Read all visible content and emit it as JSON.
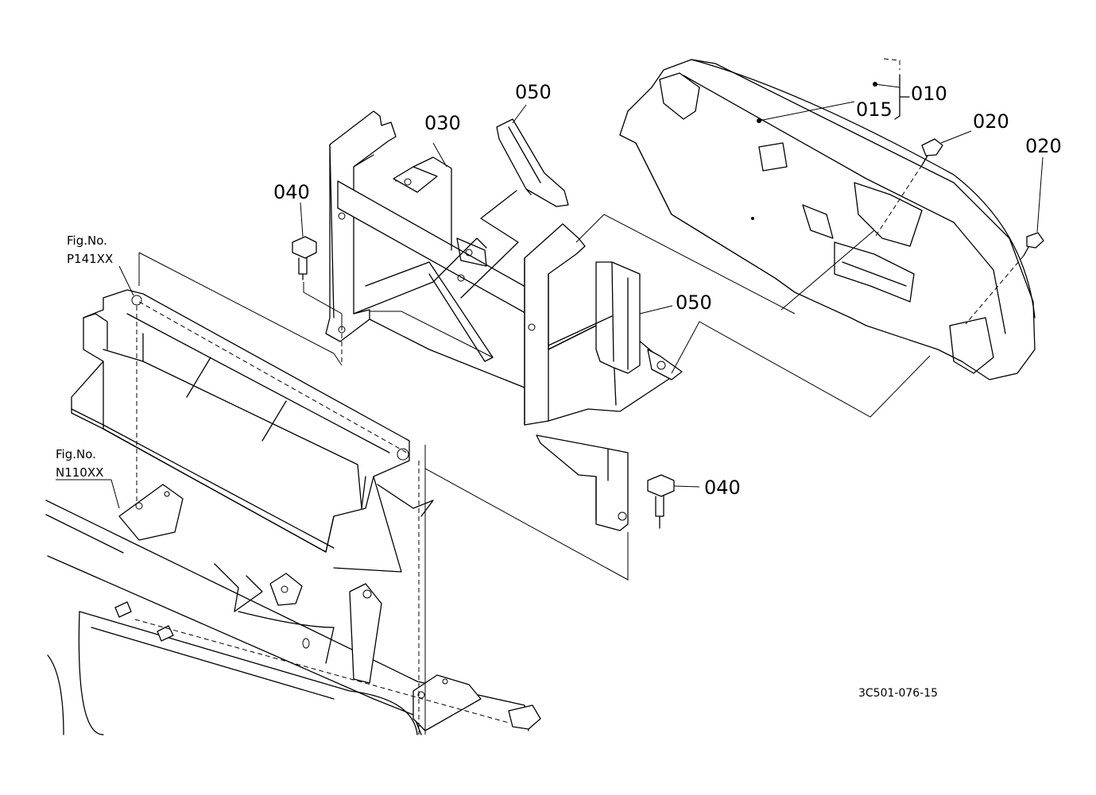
{
  "callouts": {
    "p010": "010",
    "p015": "015",
    "p020a": "020",
    "p020b": "020",
    "p030": "030",
    "p040a": "040",
    "p040b": "040",
    "p050a": "050",
    "p050b": "050"
  },
  "figure_refs": {
    "ref1_title": "Fig.No.",
    "ref1_code": "P141XX",
    "ref2_title": "Fig.No.",
    "ref2_code": "N110XX"
  },
  "drawing_code": "3C501-076-15"
}
